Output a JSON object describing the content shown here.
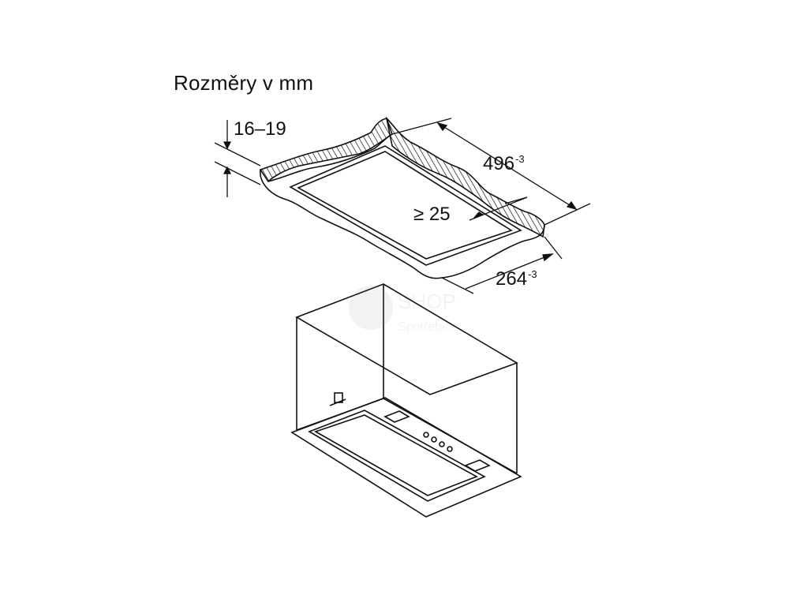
{
  "title": "Rozměry v mm",
  "dimensions": {
    "thickness": "16–19",
    "width": "496",
    "width_tol": "-3",
    "depth": "264",
    "depth_tol": "-3",
    "clearance": "≥ 25"
  },
  "watermark": {
    "word": "SHOP",
    "sub": "Spotřebiče"
  },
  "colors": {
    "line": "#111111",
    "background": "#ffffff"
  }
}
